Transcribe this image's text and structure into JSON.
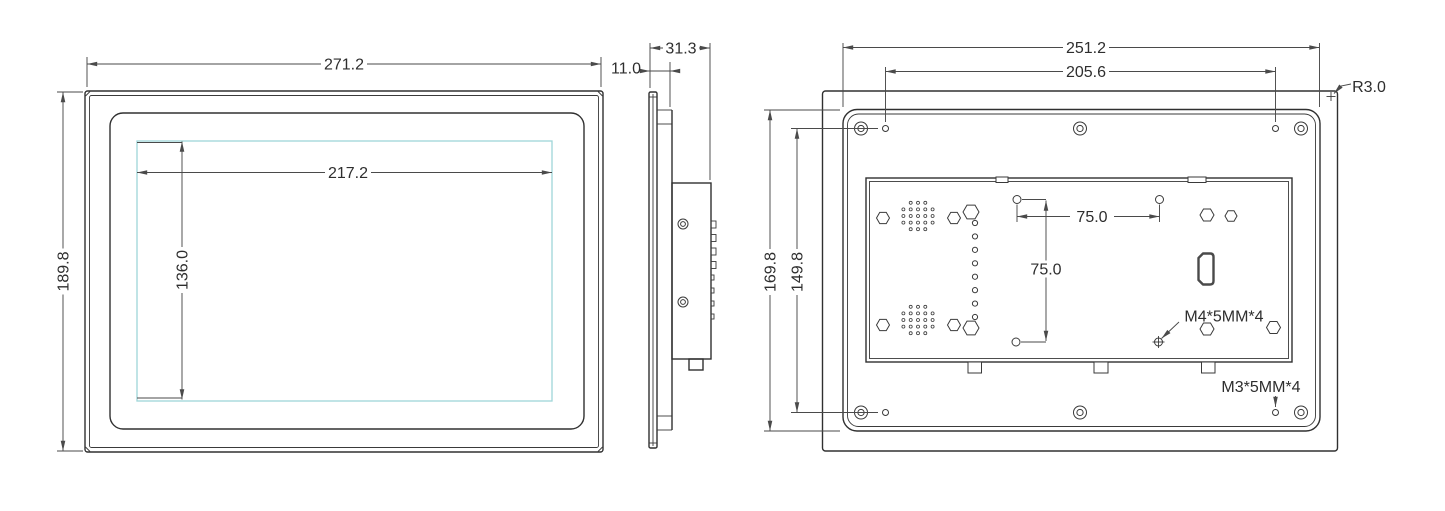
{
  "drawing_type": "technical-dimension-drawing",
  "colors": {
    "line": "#303030",
    "dimension": "#4a4a4a",
    "display_outline": "#9fd6d8",
    "background": "#ffffff"
  },
  "views": {
    "front": {
      "dims": {
        "overall_width": "271.2",
        "overall_height": "189.8",
        "display_width": "217.2",
        "display_height": "136.0"
      }
    },
    "side": {
      "dims": {
        "total_depth": "31.3",
        "front_section_depth": "11.0"
      }
    },
    "back": {
      "dims": {
        "rear_cover_width": "251.2",
        "mount_hole_span_width": "205.6",
        "rear_cover_height": "169.8",
        "mount_hole_span_height": "149.8",
        "vesa_horizontal": "75.0",
        "vesa_vertical": "75.0"
      },
      "labels": {
        "corner_radius": "R3.0",
        "vesa_screw_spec": "M4*5MM*4",
        "mount_screw_spec": "M3*5MM*4"
      }
    }
  }
}
